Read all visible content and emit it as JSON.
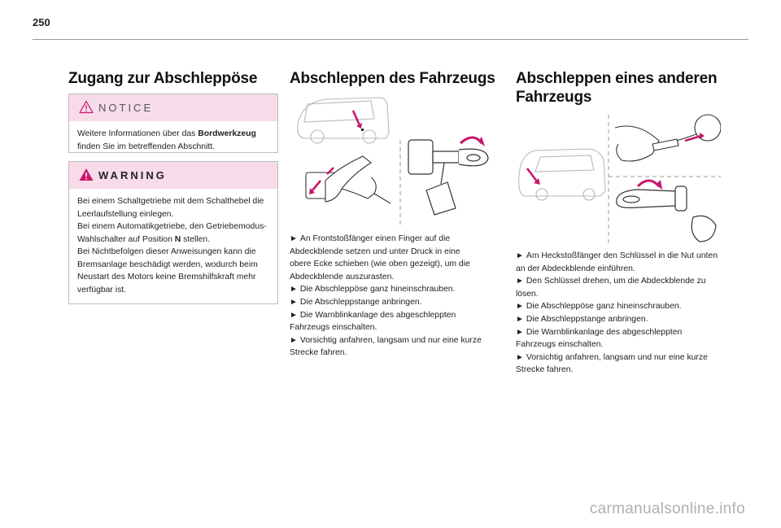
{
  "page": {
    "number": "250",
    "watermark": "carmanualsonline.info"
  },
  "columns": {
    "left": {
      "title": "Zugang zur Abschleppöse",
      "notice": {
        "title": "NOTICE",
        "text_before": "Weitere Informationen über das ",
        "text_bold": "Bordwerkzeug",
        "text_after": "finden Sie im betreffenden Abschnitt."
      },
      "warning": {
        "title": "WARNING",
        "lines": [
          "Bei einem Schaltgetriebe mit dem Schalthebel die",
          "Leerlaufstellung einlegen.",
          "Bei einem Automatikgetriebe, den Getriebemodus-",
          "Wahlschalter auf Position "
        ],
        "position_bold": "N",
        "position_after": " stellen.",
        "lines_after": [
          "Bei Nichtbefolgen dieser Anweisungen kann die",
          "Bremsanlage beschädigt werden, wodurch beim",
          "Neustart des Motors keine Bremshilfskraft mehr",
          "verfügbar ist."
        ]
      }
    },
    "middle": {
      "title": "Abschleppen des Fahrzeugs",
      "bullet_symbol": "►",
      "steps": [
        [
          "An Frontstoßfänger einen Finger auf die",
          "Abdeckblende setzen und unter Druck in eine",
          "obere Ecke schieben (wie oben gezeigt), um die",
          "Abdeckblende auszurasten."
        ],
        [
          "Die Abschleppöse ganz hineinschrauben."
        ],
        [
          "Die Abschleppstange anbringen."
        ],
        [
          "Die Warnblinkanlage des abgeschleppten",
          "Fahrzeugs einschalten."
        ],
        [
          "Vorsichtig anfahren, langsam und nur eine kurze",
          "Strecke fahren."
        ]
      ]
    },
    "right": {
      "title_lines": [
        "Abschleppen eines anderen",
        "Fahrzeugs"
      ],
      "bullet_symbol": "►",
      "steps": [
        [
          "Am Heckstoßfänger den Schlüssel in die Nut unten",
          "an der Abdeckblende einführen."
        ],
        [
          "Den Schlüssel drehen, um die Abdeckblende zu",
          "lösen."
        ],
        [
          "Die Abschleppöse ganz hineinschrauben."
        ],
        [
          "Die Abschleppstange anbringen."
        ],
        [
          "Die Warnblinkanlage des abgeschleppten",
          "Fahrzeugs einschalten."
        ],
        [
          "Vorsichtig anfahren, langsam und nur eine kurze",
          "Strecke fahren."
        ]
      ]
    }
  },
  "colors": {
    "box_header": "#f8dbe9",
    "accent": "#c8166c",
    "text": "#1a1a1a"
  }
}
